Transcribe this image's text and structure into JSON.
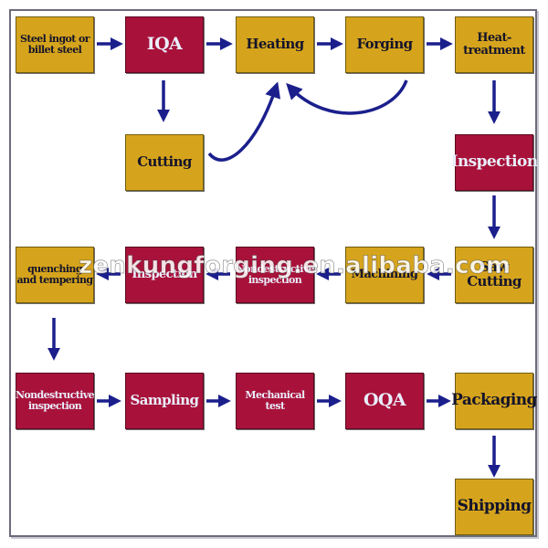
{
  "colors": {
    "process": "#d6a41c",
    "inspection": "#a8123a",
    "arrow": "#1b1f8c",
    "border": "#6b6b7a"
  },
  "steps": {
    "steel_ingot": "Steel ingot or billet steel",
    "iqa": "IQA",
    "heating": "Heating",
    "forging": "Forging",
    "heat_treatment": "Heat-treatment",
    "cutting": "Cutting",
    "inspection_1": "Inspection",
    "saw_cutting": "Saw Cutting",
    "machining": "Machining",
    "nd_inspection_1": "Nondestructive inspection",
    "inspection_2": "Inspection",
    "quenching_tempering": "quenching and tempering",
    "nd_inspection_2": "Nondestructive inspection",
    "sampling": "Sampling",
    "mechanical_test": "Mechanical test",
    "oqa": "OQA",
    "packaging": "Packaging",
    "shipping": "Shipping"
  },
  "watermark": "zenkungforging.en.alibaba.com"
}
